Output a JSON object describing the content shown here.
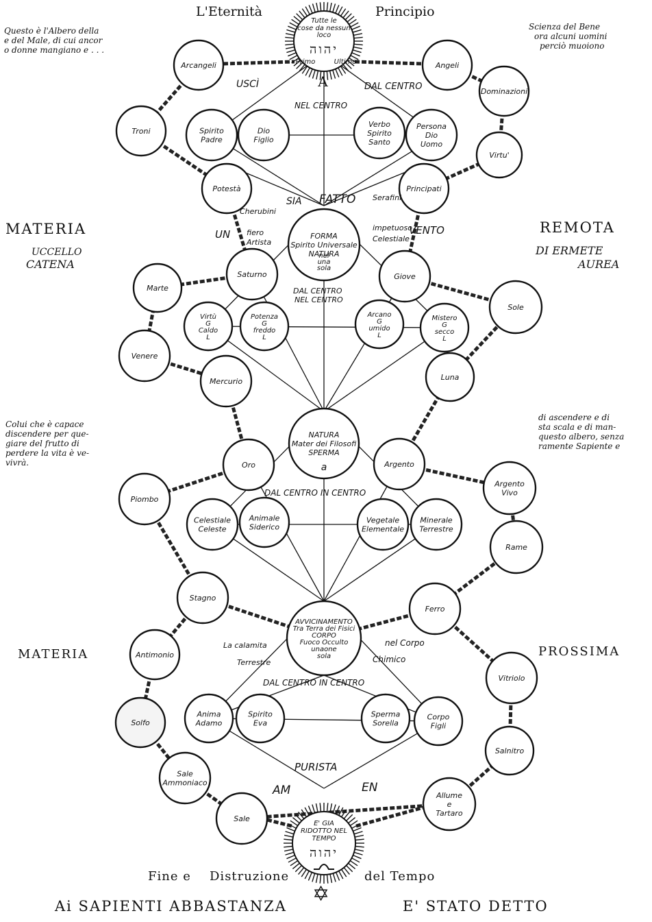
{
  "header": {
    "left": "L'Eternità",
    "right": "Principio"
  },
  "notes": {
    "top_left": [
      "Questo è l'Albero della",
      "e del Male, di cui ancor",
      "o donne mangiano e . . ."
    ],
    "top_right": [
      "Scienza del Bene",
      "ora alcuni uomini",
      "perciò muoiono"
    ],
    "mid_left": [
      "Colui che è capace",
      "discendere per que-",
      "giare del frutto di",
      "perdere la vita è ve-",
      "vivrà."
    ],
    "mid_right": [
      "di ascendere e di",
      "sta scala e di man-",
      "questo albero, senza",
      "ramente Sapiente e"
    ]
  },
  "side_words": {
    "materia_1": "MATERIA",
    "uccello": "UCCELLO",
    "catena": "CATENA",
    "remota": "REMOTA",
    "di_ermete": "DI ERMETE",
    "aurea": "AUREA",
    "materia_2": "MATERIA",
    "prossima": "PROSSIMA"
  },
  "phrases": {
    "usci": "USCÌ",
    "dal_centro_top": "DAL CENTRO",
    "nel_centro_top": "NEL CENTRO",
    "sia": "SIA",
    "fatto": "FATTO",
    "un": "UN",
    "fiero": "fiero",
    "artista": "Artista",
    "impetuoso": "impetuoso",
    "vento": "VENTO",
    "dal_centro_2": "DAL CENTRO",
    "nel_centro_2": "NEL CENTRO",
    "dal_centro_in_centro_1": "DAL CENTRO IN CENTRO",
    "la_calamita": "La calamita",
    "terrestre": "Terrestre",
    "nel_corpo": "nel Corpo",
    "chimico": "Chimico",
    "dal_centro_in_centro_2": "DAL CENTRO IN CENTRO",
    "purista": "PURISTA",
    "am": "AM",
    "en": "EN"
  },
  "circles": {
    "arcangeli": [
      "Arcangeli"
    ],
    "angeli": [
      "Angeli"
    ],
    "dominazioni": [
      "Dominazioni"
    ],
    "troni": [
      "Troni"
    ],
    "virtu_top": [
      "Virtu'"
    ],
    "spirito_padre": [
      "Spirito",
      "Padre"
    ],
    "dio_figlio": [
      "Dio",
      "Figlio"
    ],
    "verbo": [
      "Verbo",
      "Spirito",
      "Santo"
    ],
    "persona": [
      "Persona",
      "Dio",
      "Uomo"
    ],
    "potesta": [
      "Potestà"
    ],
    "principati": [
      "Principati"
    ],
    "cherubini": [
      "Cherubini"
    ],
    "serafini": [
      "Serafini"
    ],
    "forma": [
      "FORMA",
      "Spirito Universale",
      "NATURA"
    ],
    "forma_sub": [
      "nel",
      "una",
      "sola"
    ],
    "celestiale": [
      "Celestiale"
    ],
    "saturno": [
      "Saturno"
    ],
    "giove": [
      "Giove"
    ],
    "marte": [
      "Marte"
    ],
    "sole": [
      "Sole"
    ],
    "virtu_caldo": [
      "Virtù",
      "G",
      "Caldo",
      "L"
    ],
    "potenza": [
      "Potenza",
      "G",
      "freddo",
      "L"
    ],
    "arcano": [
      "Arcano",
      "G",
      "umido",
      "L"
    ],
    "mistero": [
      "Mistero",
      "G",
      "secco",
      "L"
    ],
    "venere": [
      "Venere"
    ],
    "mercurio": [
      "Mercurio"
    ],
    "luna": [
      "Luna"
    ],
    "natura_sperma": [
      "NATURA",
      "Mater dei Filosofi",
      "SPERMA"
    ],
    "alpha": "a",
    "oro": [
      "Oro"
    ],
    "argento": [
      "Argento"
    ],
    "piombo": [
      "Piombo"
    ],
    "argento_vivo": [
      "Argento",
      "Vivo"
    ],
    "celestiale_2": [
      "Celestiale",
      "Celeste"
    ],
    "animale": [
      "Animale",
      "Siderico"
    ],
    "vegetale": [
      "Vegetale",
      "Elementale"
    ],
    "minerale": [
      "Minerale",
      "Terrestre"
    ],
    "rame": [
      "Rame"
    ],
    "stagno": [
      "Stagno"
    ],
    "ferro": [
      "Ferro"
    ],
    "avvicinamento": [
      "AVVICINAMENTO",
      "Tra Terra dei Fisici",
      "CORPO",
      "Fuoco Occulto",
      "unaone",
      "sola"
    ],
    "antimonio": [
      "Antimonio"
    ],
    "vitriolo": [
      "Vitriolo"
    ],
    "solfo": [
      "Solfo"
    ],
    "anima": [
      "Anima",
      "Adamo"
    ],
    "spirito_eva": [
      "Spirito",
      "Eva"
    ],
    "sperma_sorella": [
      "Sperma",
      "Sorella"
    ],
    "corpo_figli": [
      "Corpo",
      "Figli"
    ],
    "salnitro": [
      "Salnitro"
    ],
    "sale_ammoniaco": [
      "Sale",
      "Ammoniaco"
    ],
    "allume": [
      "Allume",
      "e",
      "Tartaro"
    ],
    "sale": [
      "Sale"
    ],
    "top_sun": [
      "Tutte le",
      "cose da nessun",
      "loco",
      "Primo",
      "Ultimo"
    ],
    "top_hebrew": "יהוה",
    "top_letter": "A",
    "bottom_sun": [
      "E' GIA",
      "RIDOTTO NEL",
      "TEMPO"
    ],
    "bottom_hebrew": "יהוה"
  },
  "footer": {
    "line1_left": "Fine e",
    "line1_mid": "Distruzione",
    "line1_right": "del Tempo",
    "line2_left": "Ai SAPIENTI ABBASTANZA",
    "line2_right": "E' STATO DETTO",
    "star": "✡"
  }
}
